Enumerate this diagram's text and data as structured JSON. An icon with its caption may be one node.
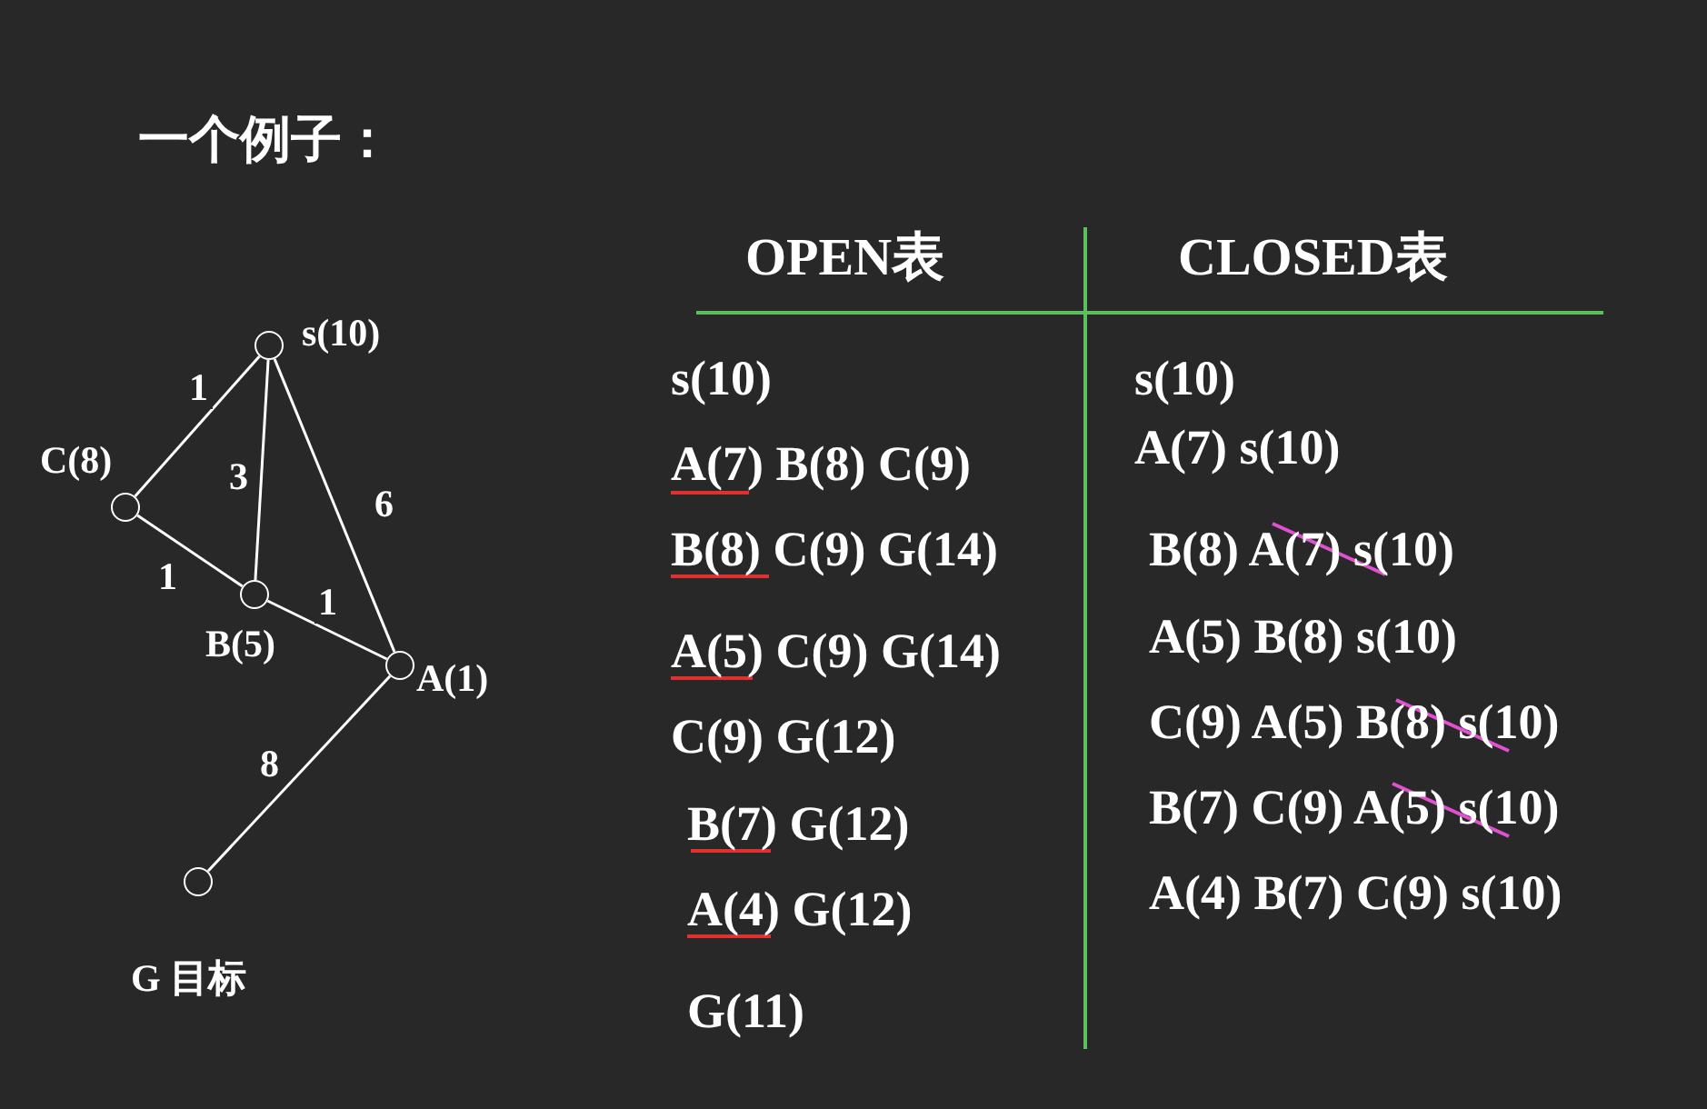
{
  "diagram": {
    "title": "一个例子：",
    "nodes": [
      {
        "text": [],
        "shape": "circle",
        "beside": [
          "s(10)"
        ]
      },
      {
        "text": [],
        "shape": "circle",
        "beside": [
          "C(8)"
        ]
      },
      {
        "text": [],
        "shape": "circle",
        "beside": [
          "B(5)"
        ]
      },
      {
        "text": [],
        "shape": "circle",
        "beside": [
          "A(1)"
        ]
      },
      {
        "text": [],
        "shape": "circle",
        "beside": [
          "G 目标"
        ]
      }
    ],
    "edges": [
      {
        "from": 0,
        "to": 1,
        "arrow": "none",
        "label": "1"
      },
      {
        "from": 0,
        "to": 2,
        "arrow": "none",
        "label": "3"
      },
      {
        "from": 0,
        "to": 3,
        "arrow": "none",
        "label": "6"
      },
      {
        "from": 1,
        "to": 2,
        "arrow": "none",
        "label": "1"
      },
      {
        "from": 2,
        "to": 3,
        "arrow": "none",
        "label": "1"
      },
      {
        "from": 3,
        "to": 4,
        "arrow": "none",
        "label": "8"
      }
    ],
    "labels": [
      "OPEN表",
      "CLOSED表",
      "s(10)",
      "s(10)",
      "A(7) B(8) C(9)",
      "A(7) s(10)",
      "B(8) C(9) G(14)",
      "B(8) A(7) s(10)",
      "A(5) C(9) G(14)",
      "A(5) B(8) s(10)",
      "C(9) G(12)",
      "C(9) A(5) B(8) s(10)",
      "B(7) G(12)",
      "B(7) C(9) A(5) s(10)",
      "A(4) G(12)",
      "A(4) B(7) C(9) s(10)",
      "G(11)"
    ]
  }
}
